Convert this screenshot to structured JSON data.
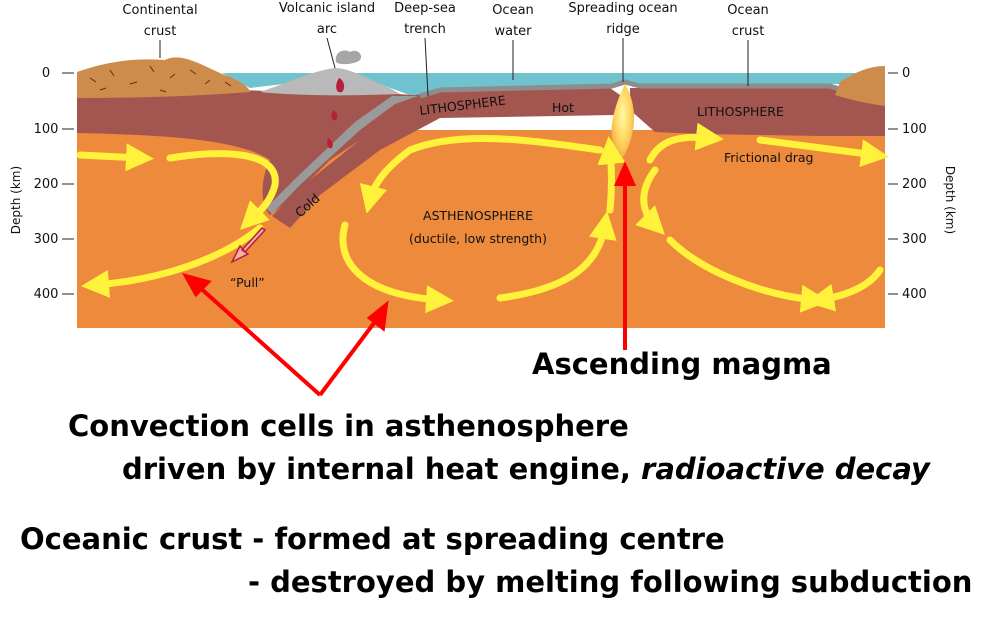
{
  "top_labels": {
    "continental_crust": [
      "Continental",
      "crust"
    ],
    "volcanic_arc": [
      "Volcanic island",
      "arc"
    ],
    "trench": [
      "Deep-sea",
      "trench"
    ],
    "ocean_water": [
      "Ocean",
      "water"
    ],
    "ridge": [
      "Spreading ocean",
      "ridge"
    ],
    "ocean_crust": [
      "Ocean",
      "crust"
    ]
  },
  "depth_axis": {
    "label": "Depth (km)",
    "ticks": [
      "0",
      "100",
      "200",
      "300",
      "400"
    ]
  },
  "inner_labels": {
    "lithosphere_left": "LITHOSPHERE",
    "lithosphere_right": "LITHOSPHERE",
    "hot": "Hot",
    "cold": "Cold",
    "frictional_drag": "Frictional drag",
    "asthenosphere": "ASTHENOSPHERE",
    "asthenosphere_sub": "(ductile, low strength)",
    "pull": "“Pull”"
  },
  "captions": {
    "magma": "Ascending magma",
    "convection_line1": "Convection cells in asthenosphere",
    "convection_line2_prefix": "driven by internal heat engine, ",
    "convection_line2_italic": "radioactive decay",
    "oceanic_line1": "Oceanic crust - formed at spreading centre",
    "oceanic_line2": "- destroyed by melting following subduction"
  },
  "colors": {
    "asthenosphere": "#ee8a3c",
    "lithosphere": "#a35650",
    "continental_crust": "#cd8c4c",
    "ocean": "#6fc3cf",
    "volcano": "#b9b9b9",
    "arrows": "#fff23a",
    "pointer": "#ff0000"
  }
}
